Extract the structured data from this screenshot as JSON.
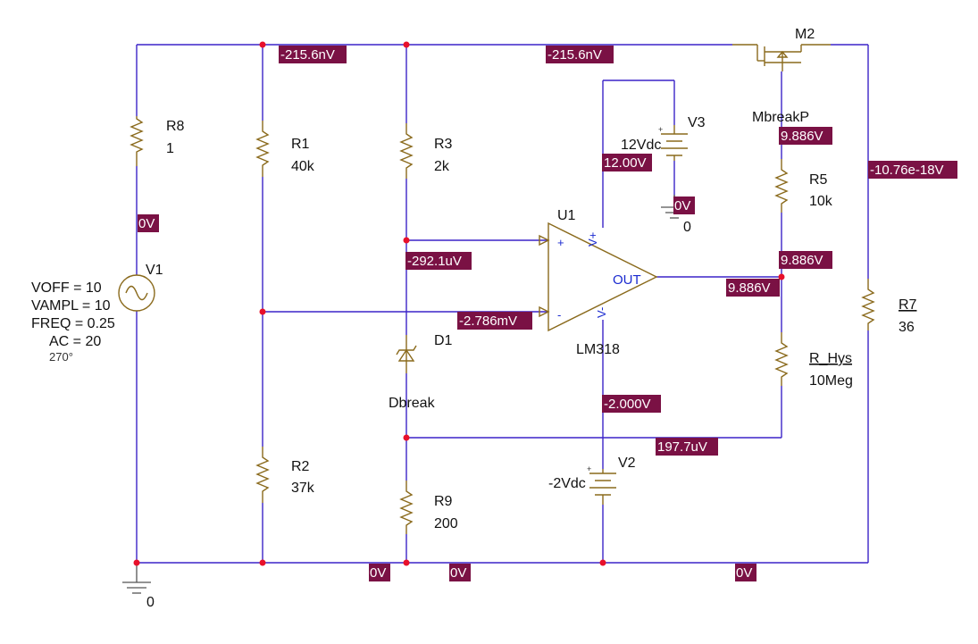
{
  "colors": {
    "wire": "#3c24c8",
    "component": "#8a6a1c",
    "voltage_label_bg": "#7a1144",
    "junction": "#e8102a",
    "pin_text": "#1a2ad0"
  },
  "components": {
    "R8": {
      "ref": "R8",
      "value": "1"
    },
    "R1": {
      "ref": "R1",
      "value": "40k"
    },
    "R2": {
      "ref": "R2",
      "value": "37k"
    },
    "R3": {
      "ref": "R3",
      "value": "2k"
    },
    "R9": {
      "ref": "R9",
      "value": "200"
    },
    "R5": {
      "ref": "R5",
      "value": "10k"
    },
    "R_Hys": {
      "ref": "R_Hys",
      "value": "10Meg"
    },
    "R7": {
      "ref": "R7",
      "value": "36"
    },
    "D1": {
      "ref": "D1",
      "model": "Dbreak"
    },
    "U1": {
      "ref": "U1",
      "model": "LM318",
      "plus_pin": "+",
      "minus_pin": "-",
      "vplus_pin": "V+",
      "vminus_pin": "V-",
      "out_pin": "OUT"
    },
    "V3": {
      "ref": "V3",
      "value": "12Vdc"
    },
    "V2": {
      "ref": "V2",
      "value": "-2Vdc"
    },
    "M2": {
      "ref": "M2",
      "model": "MbreakP"
    },
    "V1": {
      "ref": "V1",
      "voff": "VOFF = 10",
      "vampl": "VAMPL = 10",
      "freq": "FREQ = 0.25",
      "ac": "AC = 20",
      "phase": "270°"
    }
  },
  "ground_label": "0",
  "voltages": [
    "-215.6nV",
    "-215.6nV",
    "0V",
    "12.00V",
    "0V",
    "9.886V",
    "-10.76e-18V",
    "-292.1uV",
    "9.886V",
    "9.886V",
    "-2.786mV",
    "-2.000V",
    "197.7uV",
    "0V",
    "0V",
    "0V"
  ]
}
